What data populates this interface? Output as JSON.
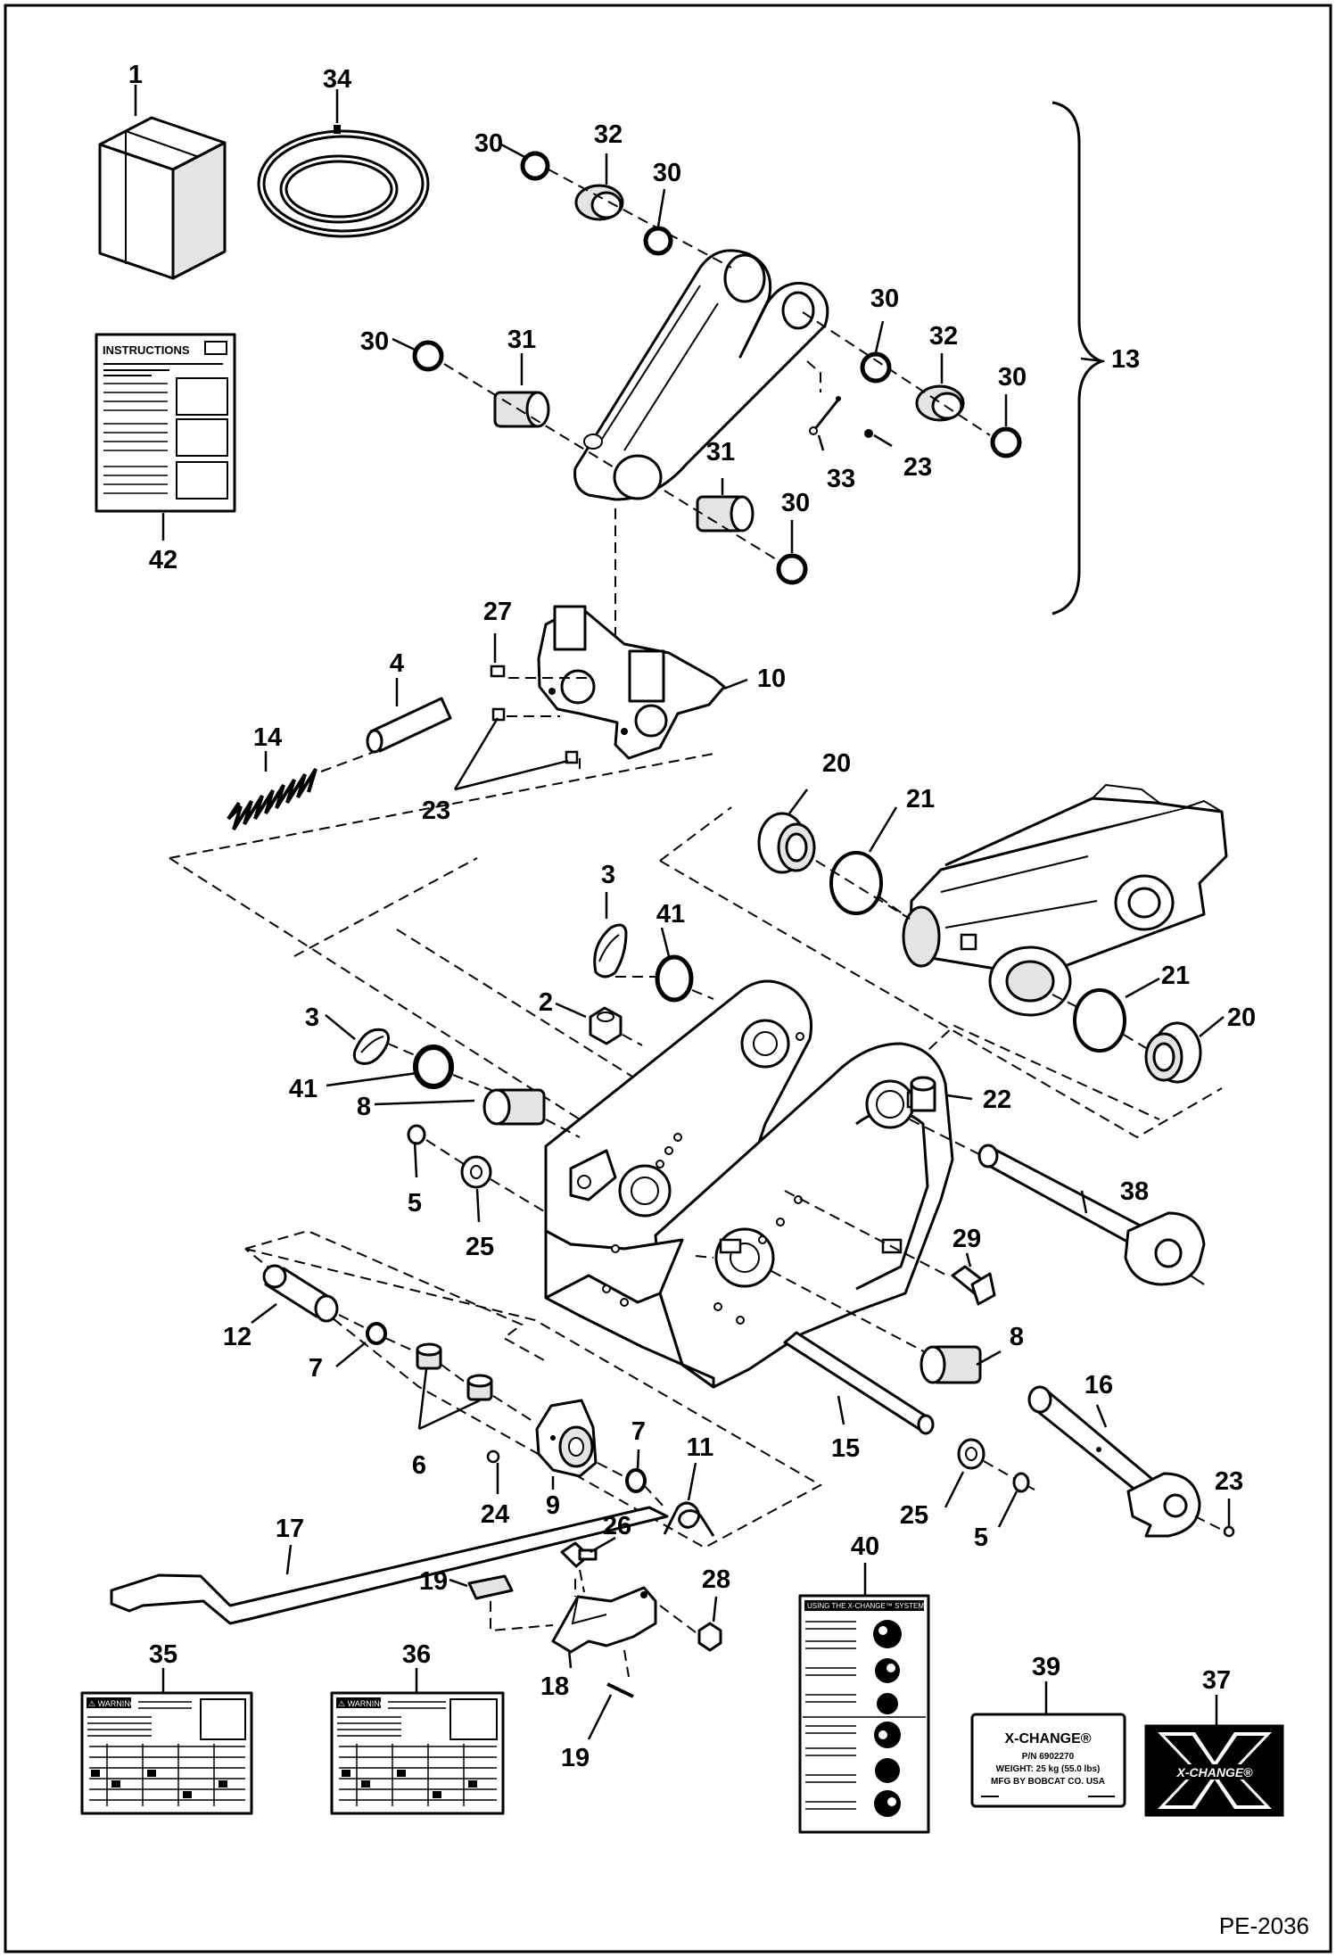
{
  "drawing_id": "PE-2036",
  "callouts": {
    "n1": "1",
    "n2": "2",
    "n3a": "3",
    "n3b": "3",
    "n4": "4",
    "n5a": "5",
    "n5b": "5",
    "n6": "6",
    "n7a": "7",
    "n7b": "7",
    "n8a": "8",
    "n8b": "8",
    "n9": "9",
    "n10": "10",
    "n11": "11",
    "n12": "12",
    "n13": "13",
    "n14": "14",
    "n15": "15",
    "n16": "16",
    "n17": "17",
    "n18": "18",
    "n19a": "19",
    "n19b": "19",
    "n20a": "20",
    "n20b": "20",
    "n21a": "21",
    "n21b": "21",
    "n22": "22",
    "n23a": "23",
    "n23b": "23",
    "n23c": "23",
    "n24": "24",
    "n25a": "25",
    "n25b": "25",
    "n26": "26",
    "n27": "27",
    "n28": "28",
    "n29": "29",
    "n30a": "30",
    "n30b": "30",
    "n30c": "30",
    "n30d": "30",
    "n30e": "30",
    "n30f": "30",
    "n31a": "31",
    "n31b": "31",
    "n32a": "32",
    "n32b": "32",
    "n33": "33",
    "n34": "34",
    "n35": "35",
    "n36": "36",
    "n37": "37",
    "n38": "38",
    "n39": "39",
    "n40": "40",
    "n41a": "41",
    "n41b": "41",
    "n42": "42"
  },
  "decals": {
    "instructions_title": "INSTRUCTIONS",
    "warning_35": "⚠ WARNING",
    "warning_36": "⚠ WARNING",
    "decal_40_header": "USING THE X-CHANGE™ SYSTEM",
    "decal_39_title": "X-CHANGE®",
    "decal_39_pn": "P/N 6902270",
    "decal_39_weight": "WEIGHT: 25 kg (55.0 lbs)",
    "decal_39_mfg": "MFG BY BOBCAT CO. USA",
    "decal_37_logo": "X-CHANGE®"
  }
}
